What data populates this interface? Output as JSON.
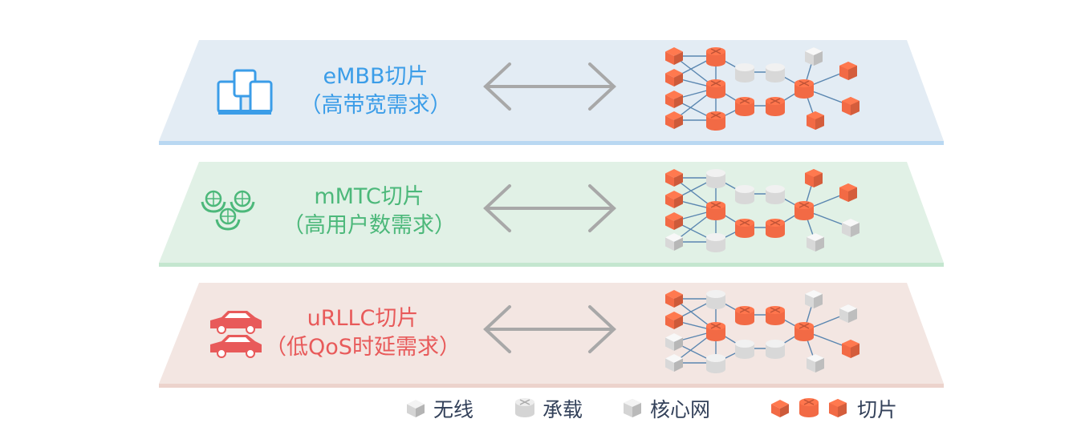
{
  "colors": {
    "embb": "#3b9de8",
    "mmtc": "#4cb87a",
    "urllc": "#e85a5a",
    "arrow": "#a8a8a8",
    "slice": "#f26a45",
    "grey": "#d8d8d8",
    "edge": "#5a86b0"
  },
  "layers": [
    {
      "id": "embb",
      "name": "eMBB切片",
      "requirement": "（高带宽需求）",
      "icon": "devices-icon",
      "slice_nodes": {
        "wireless": [
          1,
          1,
          1,
          1
        ],
        "bearer": [
          1,
          1,
          1,
          0,
          0,
          1,
          1,
          1
        ],
        "core": [
          0,
          1,
          1,
          1
        ]
      }
    },
    {
      "id": "mmtc",
      "name": "mMTC切片",
      "requirement": "（高用户数需求）",
      "icon": "iot-globe-hands-icon",
      "slice_nodes": {
        "wireless": [
          1,
          1,
          1,
          0
        ],
        "bearer": [
          0,
          1,
          0,
          0,
          0,
          1,
          1,
          1
        ],
        "core": [
          1,
          1,
          0,
          0
        ]
      }
    },
    {
      "id": "urllc",
      "name": "uRLLC切片",
      "requirement": "（低QoS时延需求）",
      "icon": "cars-icon",
      "slice_nodes": {
        "wireless": [
          1,
          1,
          0,
          0
        ],
        "bearer": [
          0,
          1,
          0,
          1,
          1,
          0,
          0,
          1
        ],
        "core": [
          0,
          0,
          1,
          0
        ]
      }
    }
  ],
  "legend": [
    {
      "label": "无线",
      "icon": "cube-icon"
    },
    {
      "label": "承载",
      "icon": "cylinder-icon"
    },
    {
      "label": "核心网",
      "icon": "hexagon-icon"
    },
    {
      "label": "切片",
      "icon": "slice-icons"
    }
  ]
}
